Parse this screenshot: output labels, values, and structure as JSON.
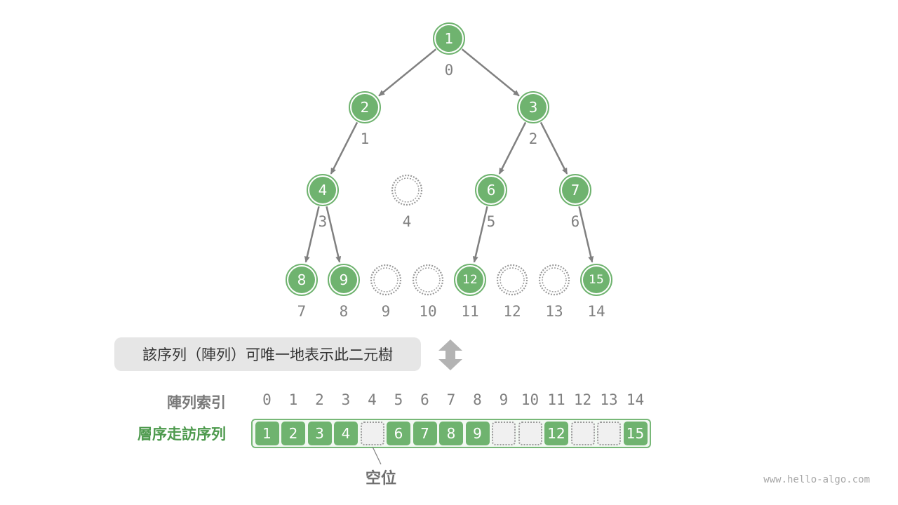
{
  "tree": {
    "nodes": [
      {
        "index": "0",
        "value": "1"
      },
      {
        "index": "1",
        "value": "2"
      },
      {
        "index": "2",
        "value": "3"
      },
      {
        "index": "3",
        "value": "4"
      },
      {
        "index": "4",
        "value": null
      },
      {
        "index": "5",
        "value": "6"
      },
      {
        "index": "6",
        "value": "7"
      },
      {
        "index": "7",
        "value": "8"
      },
      {
        "index": "8",
        "value": "9"
      },
      {
        "index": "9",
        "value": null
      },
      {
        "index": "10",
        "value": null
      },
      {
        "index": "11",
        "value": "12"
      },
      {
        "index": "12",
        "value": null
      },
      {
        "index": "13",
        "value": null
      },
      {
        "index": "14",
        "value": "15"
      }
    ]
  },
  "caption": "該序列（陣列）可唯一地表示此二元樹",
  "array": {
    "index_label": "陣列索引",
    "sequence_label": "層序走訪序列",
    "indices": [
      "0",
      "1",
      "2",
      "3",
      "4",
      "5",
      "6",
      "7",
      "8",
      "9",
      "10",
      "11",
      "12",
      "13",
      "14"
    ],
    "values": [
      "1",
      "2",
      "3",
      "4",
      null,
      "6",
      "7",
      "8",
      "9",
      null,
      null,
      "12",
      null,
      null,
      "15"
    ]
  },
  "empty_label": "空位",
  "watermark": "www.hello-algo.com",
  "colors": {
    "node_fill": "#6fb36f",
    "node_ring": "#6fb36f",
    "edge": "#808080",
    "empty_dots": "#9a9a9a",
    "index_text": "#808080",
    "sequence_label": "#4e9a4e"
  },
  "icons": {
    "swap": "double-arrow-vertical-icon"
  }
}
